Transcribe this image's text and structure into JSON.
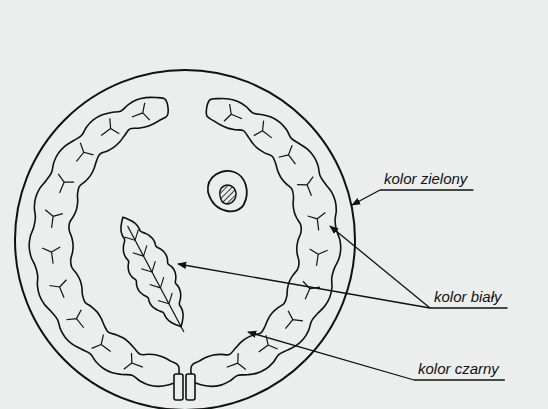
{
  "diagram": {
    "labels": [
      "kolor zielony",
      "kolor biały",
      "kolor czarny"
    ]
  }
}
